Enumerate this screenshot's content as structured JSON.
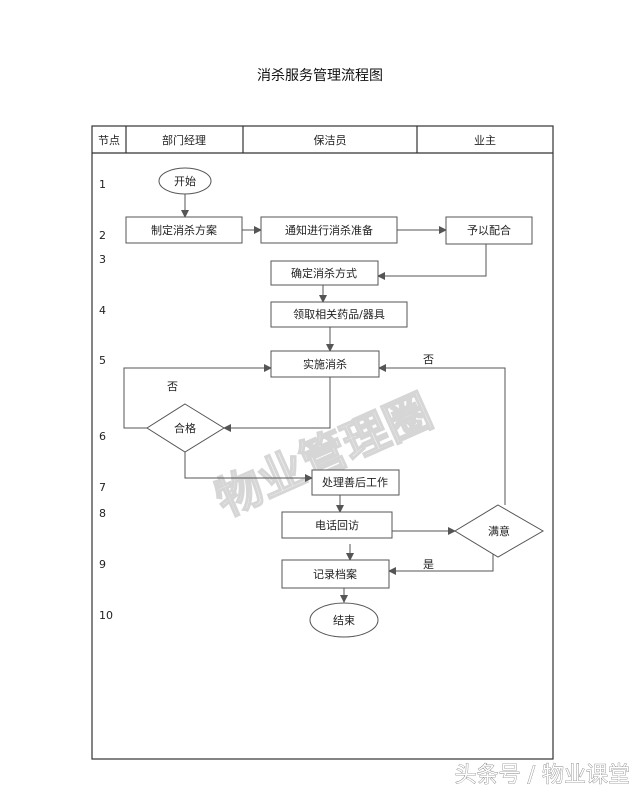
{
  "title": "消杀服务管理流程图",
  "watermark": "物业管理圈",
  "credit": "头条号 / 物业课堂",
  "header": {
    "col_node": "节点",
    "col_dept": "部门经理",
    "col_cleaner": "保洁员",
    "col_owner": "业主"
  },
  "node_numbers": [
    "1",
    "2",
    "3",
    "4",
    "5",
    "6",
    "7",
    "8",
    "9",
    "10"
  ],
  "nodes": {
    "start": "开始",
    "plan": "制定消杀方案",
    "notify": "通知进行消杀准备",
    "cooperate": "予以配合",
    "confirm": "确定消杀方式",
    "collect": "领取相关药品/器具",
    "execute": "实施消杀",
    "qualified": "合格",
    "aftermath": "处理善后工作",
    "phone": "电话回访",
    "satisfied": "满意",
    "record": "记录档案",
    "end": "结束"
  },
  "edge_labels": {
    "no_left": "否",
    "no_right": "否",
    "yes": "是"
  }
}
